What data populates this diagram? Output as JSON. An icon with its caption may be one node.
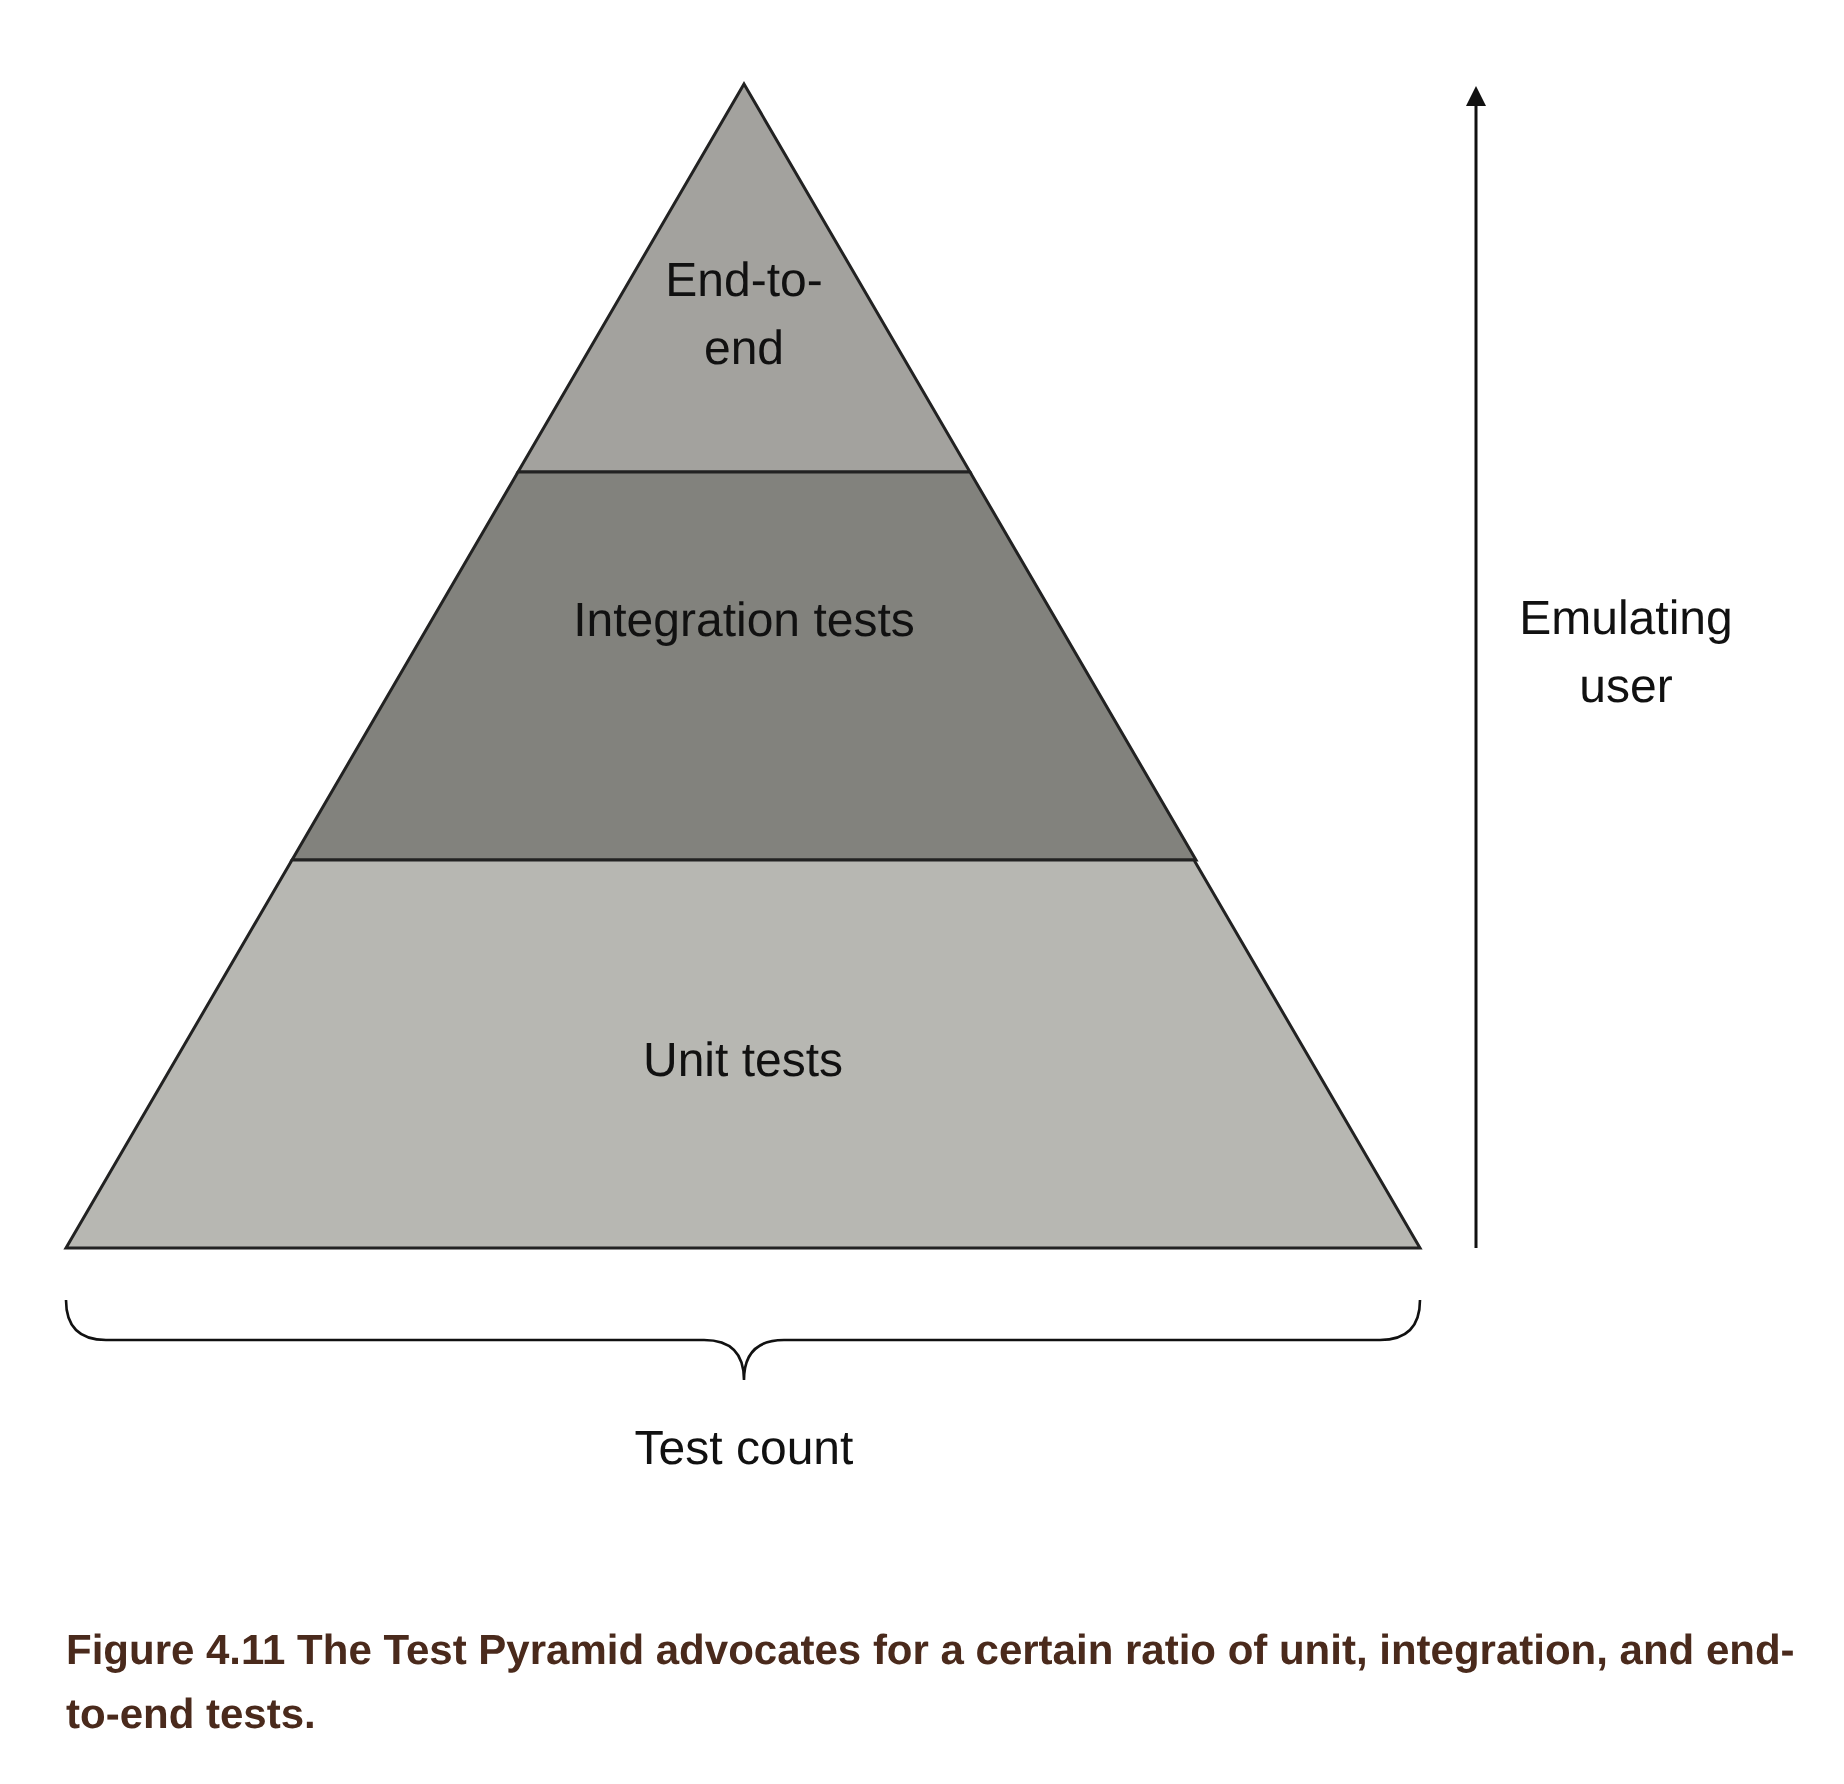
{
  "diagram": {
    "caption": "Figure 4.11 The Test Pyramid advocates for a certain ratio of unit, integration, and end-to-end tests.",
    "nodes": [
      {
        "text": [
          "End-to-end"
        ]
      },
      {
        "text": [
          "Integration tests"
        ]
      },
      {
        "text": [
          "Unit tests"
        ]
      }
    ],
    "labels": [
      "Emulating user",
      "Test count"
    ]
  }
}
